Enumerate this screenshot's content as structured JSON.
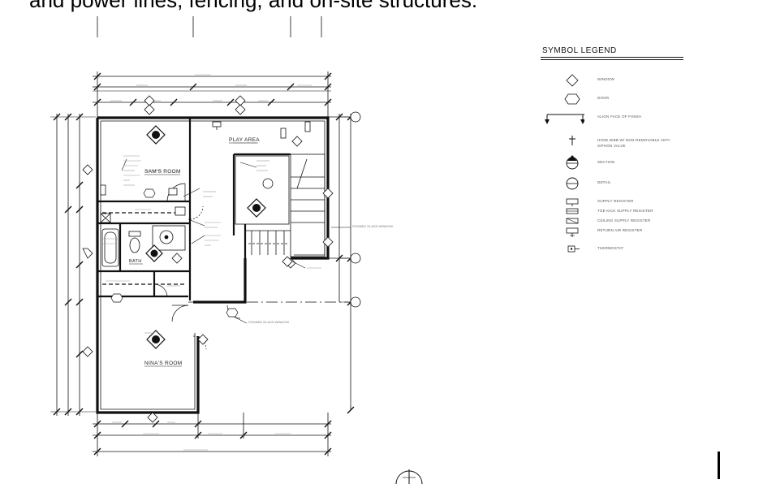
{
  "caption": "and power lines, fencing, and on-site structures.",
  "rooms": {
    "sams_room": "SAM'S ROOM",
    "play_area": "PLAY AREA",
    "nina_room": "NINA'S ROOM",
    "bath": "BATH"
  },
  "plan_notes": {
    "stained_glass_upper": "STAINED GLASS WINDOW",
    "stained_glass_lower": "STAINED GLASS WINDOW"
  },
  "legend": {
    "title": "SYMBOL LEGEND",
    "items": [
      {
        "label": "WINDOW",
        "icon": "window-icon"
      },
      {
        "label": "DOOR",
        "icon": "door-icon"
      },
      {
        "label": "ALIGN FACE OF FINISH",
        "icon": "align-icon"
      },
      {
        "label": "HOSE BIBB W/ NON-REMOVABLE ANTI-SIPHON VALVE",
        "icon": "hose-bibb-icon"
      },
      {
        "label": "SECTION",
        "icon": "section-icon"
      },
      {
        "label": "DETAIL",
        "icon": "detail-icon"
      },
      {
        "label": "SUPPLY REGISTER",
        "icon": "register-icon"
      },
      {
        "label": "TOE KICK SUPPLY REGISTER",
        "icon": "register-icon"
      },
      {
        "label": "CEILING SUPPLY REGISTER",
        "icon": "register-icon"
      },
      {
        "label": "RETURN AIR REGISTER",
        "icon": "register-icon"
      },
      {
        "label": "THERMOSTAT",
        "icon": "thermostat-icon"
      }
    ]
  }
}
